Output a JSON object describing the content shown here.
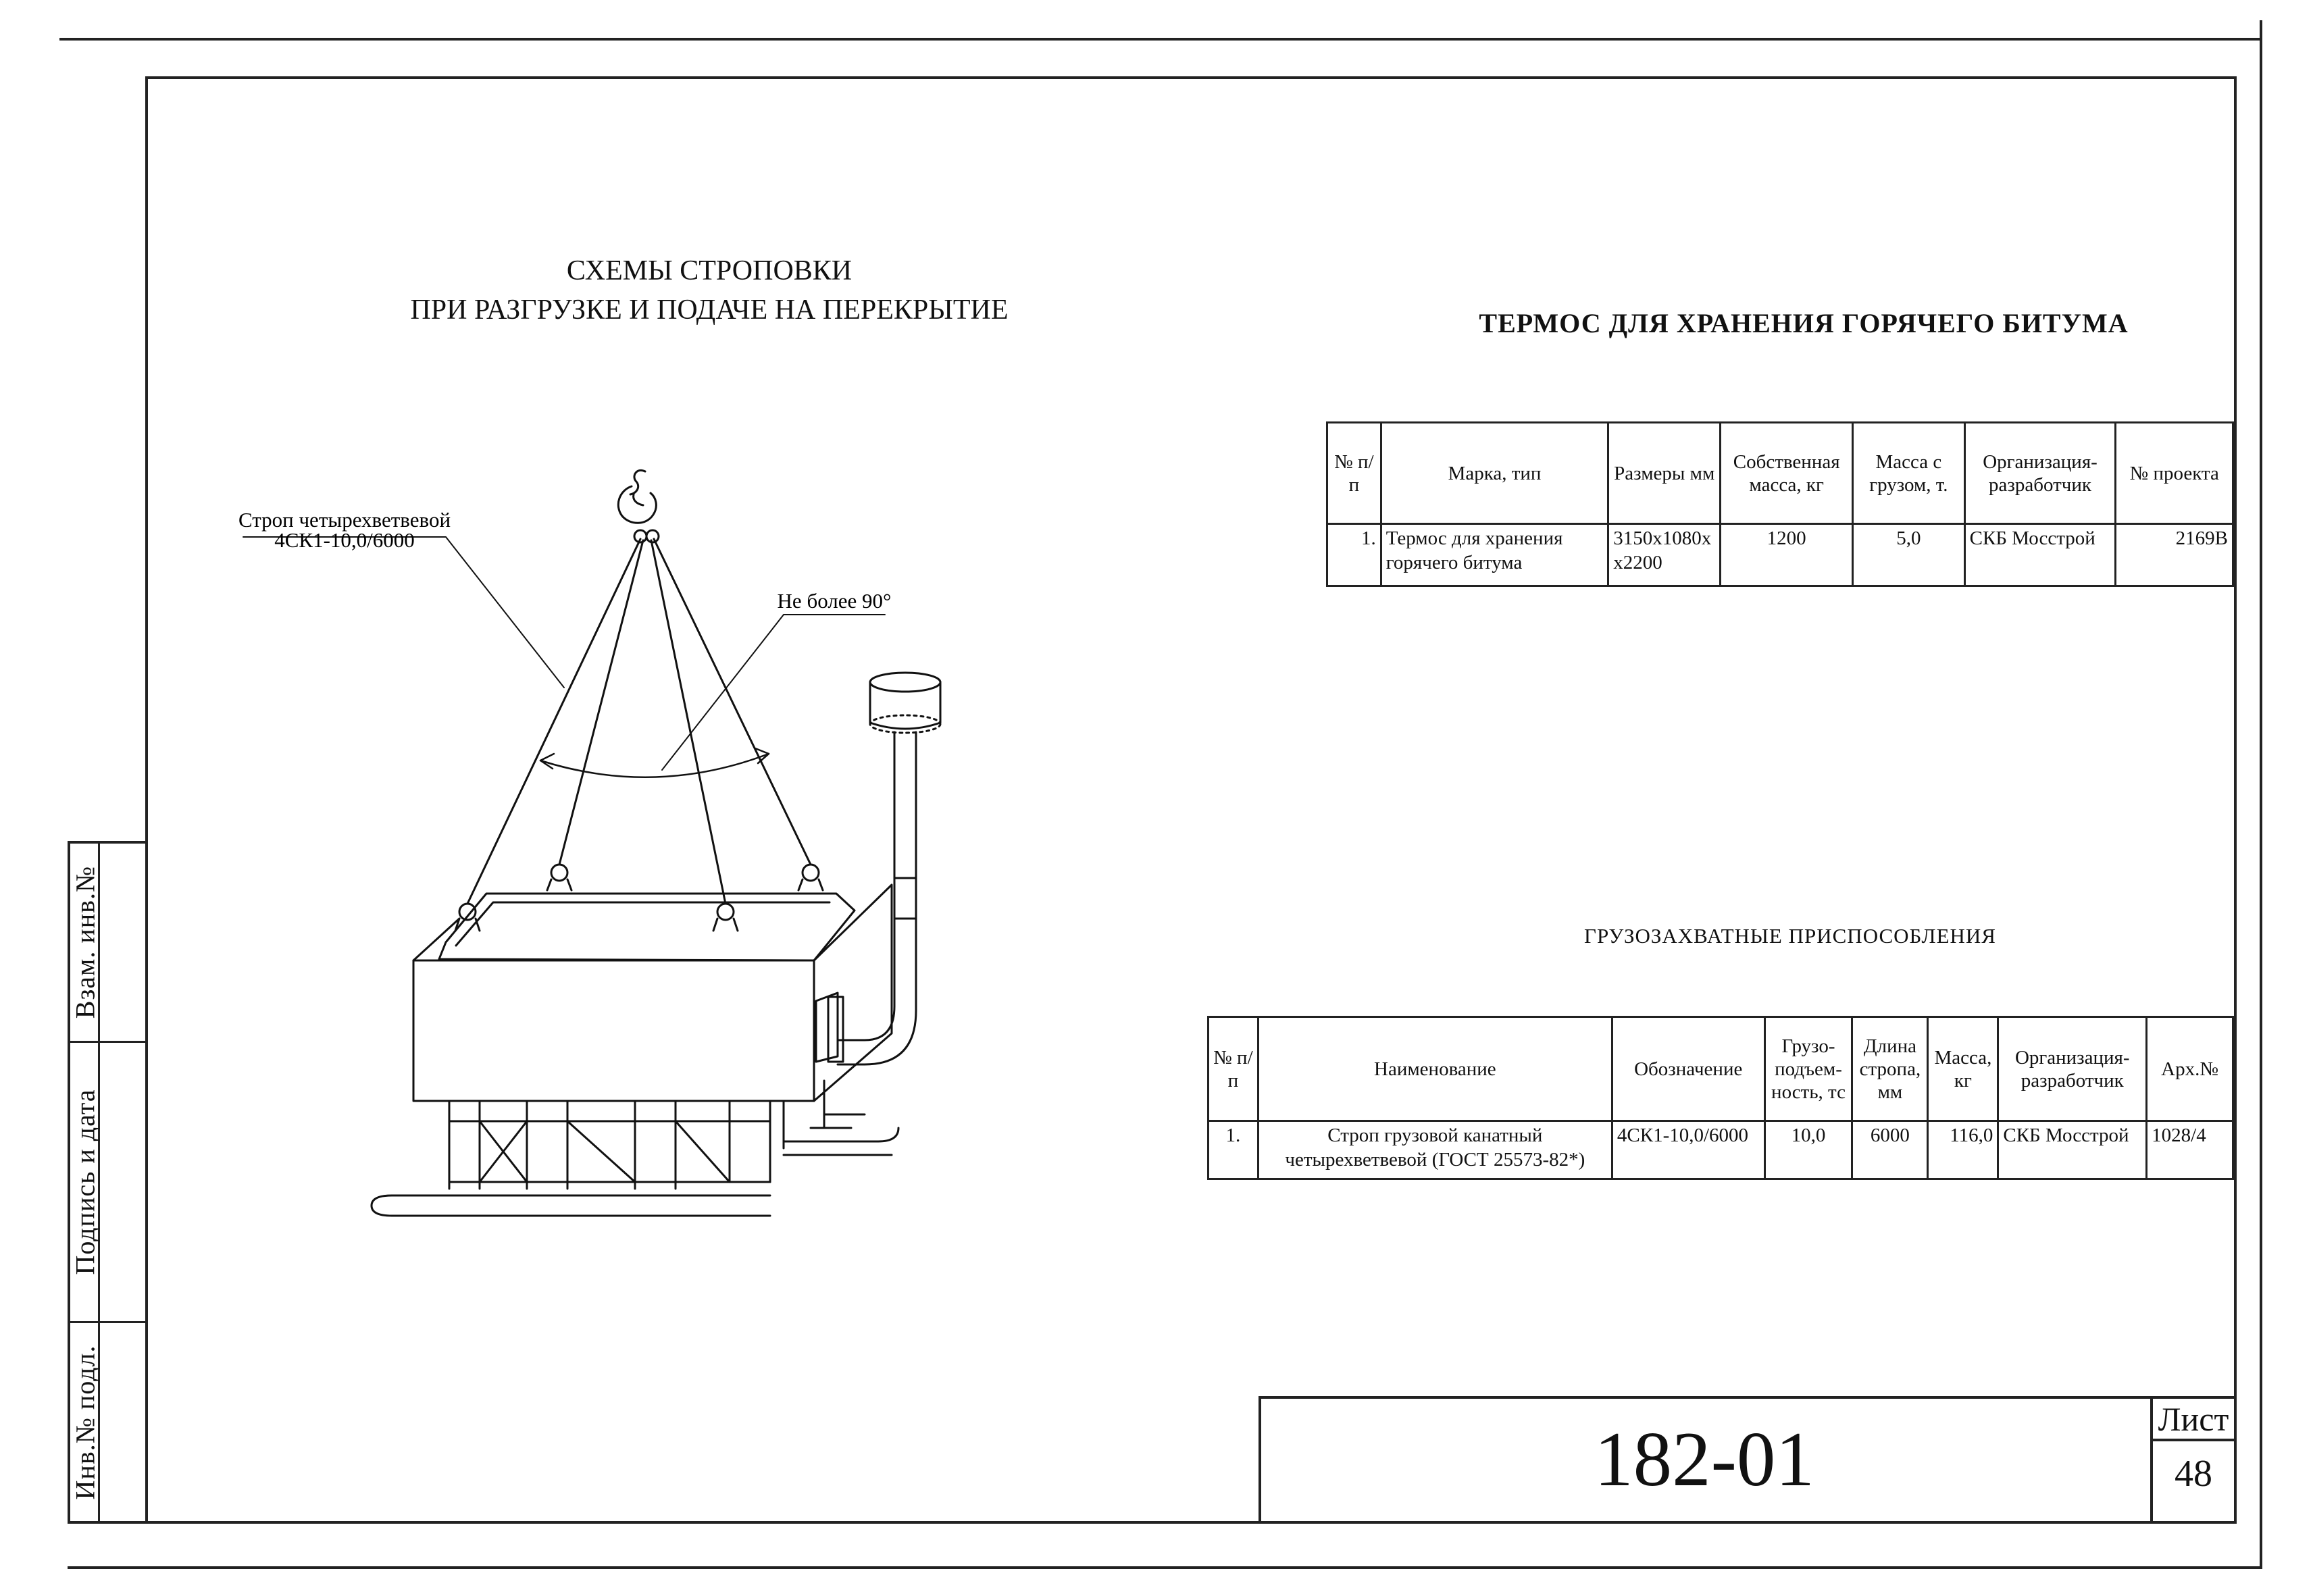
{
  "side_stamp": {
    "cells": [
      "Инв.№ подл.",
      "Подпись и дата",
      "Взам. инв.№"
    ]
  },
  "drawing": {
    "title_line1": "СХЕМЫ СТРОПОВКИ",
    "title_line2": "ПРИ РАЗГРУЗКЕ  И ПОДАЧЕ НА  ПЕРЕКРЫТИЕ",
    "sling_label_line1": "Строп четырехветвевой",
    "sling_label_line2": "4СК1-10,0/6000",
    "angle_label": "Не более 90°"
  },
  "thermos": {
    "title": "ТЕРМОС ДЛЯ ХРАНЕНИЯ ГОРЯЧЕГО БИТУМА",
    "headers": {
      "num": "№ п/п",
      "brand": "Марка, тип",
      "size": "Размеры мм",
      "own_mass": "Собственная масса, кг",
      "mass_load": "Масса с грузом, т.",
      "org": "Организация-разработчик",
      "project": "№ проекта"
    },
    "rows": [
      {
        "num": "1.",
        "brand": "Термос для хранения горячего битума",
        "size": "3150x1080x x2200",
        "own_mass": "1200",
        "mass_load": "5,0",
        "org": "СКБ Мосстрой",
        "project": "2169В"
      }
    ]
  },
  "gear": {
    "title": "ГРУЗОЗАХВАТНЫЕ ПРИСПОСОБЛЕНИЯ",
    "headers": {
      "num": "№ п/п",
      "name": "Наименование",
      "designation": "Обозначение",
      "capacity": "Грузо-подъем-ность, тс",
      "length": "Длина стропа, мм",
      "mass": "Масса, кг",
      "org": "Организация-разработчик",
      "archive": "Арх.№"
    },
    "rows": [
      {
        "num": "1.",
        "name": "Строп грузовой канатный четырехветвевой (ГОСТ 25573-82*)",
        "designation": "4СК1-10,0/6000",
        "capacity": "10,0",
        "length": "6000",
        "mass": "116,0",
        "org": "СКБ Мосстрой",
        "archive": "1028/4"
      }
    ]
  },
  "stamp": {
    "code": "182-01",
    "sheet_label": "Лист",
    "sheet_number": "48"
  }
}
